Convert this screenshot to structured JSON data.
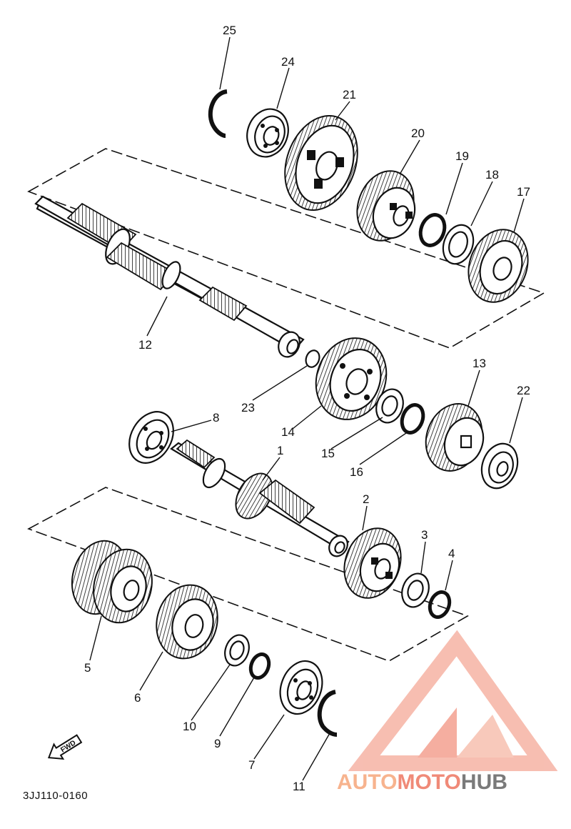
{
  "diagram_code": "3JJ110-0160",
  "fwd_label": "FWD",
  "watermark": {
    "part1": "AUTO",
    "part2": "MOTO",
    "part3": "HUB",
    "color_light": "#f7b7a0",
    "color_mid": "#f08a78",
    "color_dark": "#7a7a7a"
  },
  "parts": {
    "p1": "1",
    "p2": "2",
    "p3": "3",
    "p4": "4",
    "p5": "5",
    "p6": "6",
    "p7": "7",
    "p8": "8",
    "p9": "9",
    "p10": "10",
    "p11": "11",
    "p12": "12",
    "p13": "13",
    "p14": "14",
    "p15": "15",
    "p16": "16",
    "p17": "17",
    "p18": "18",
    "p19": "19",
    "p20": "20",
    "p21": "21",
    "p22": "22",
    "p23": "23",
    "p24": "24",
    "p25": "25"
  }
}
